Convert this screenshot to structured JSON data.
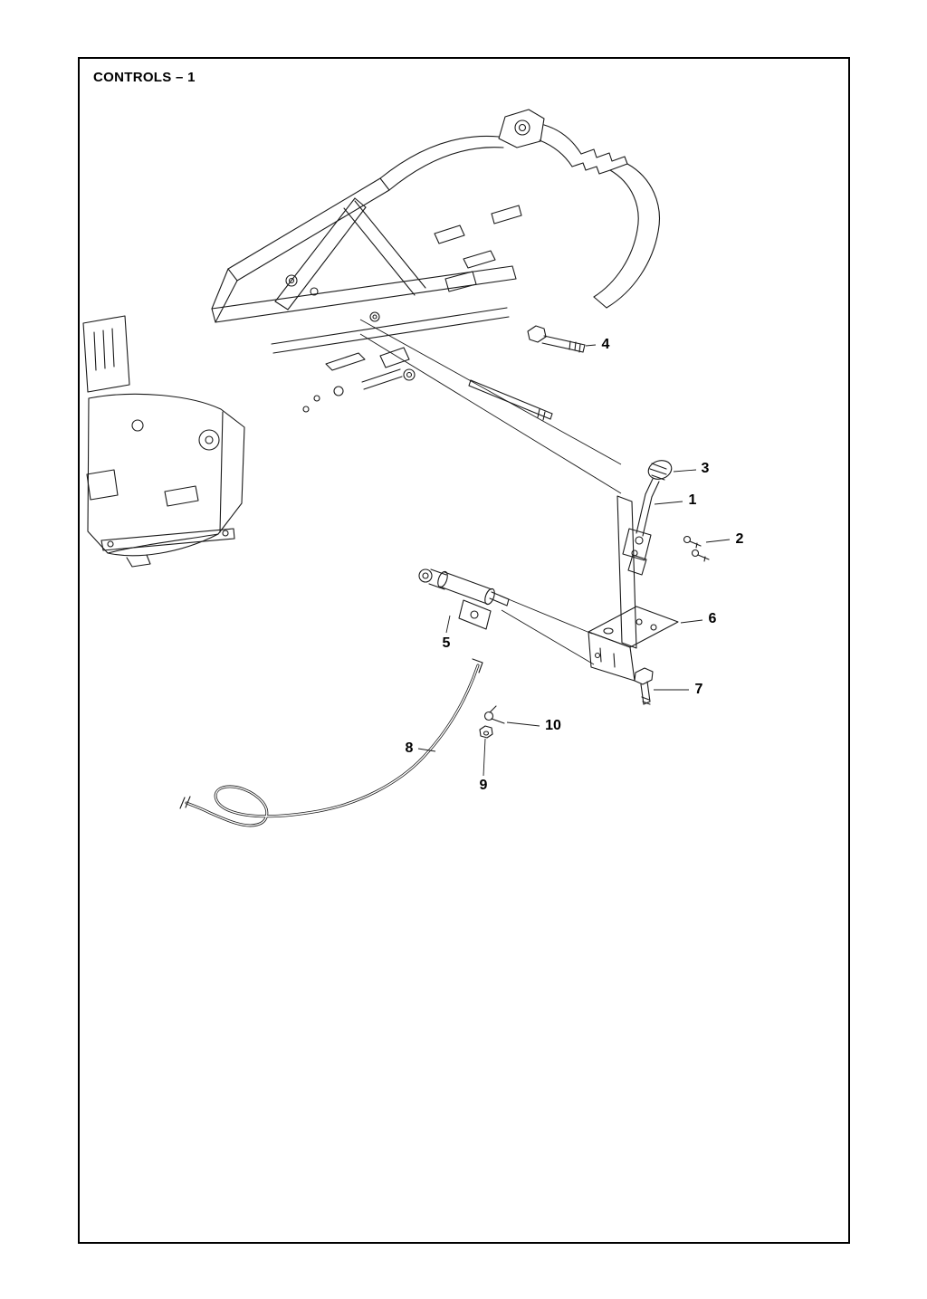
{
  "page": {
    "title": "CONTROLS – 1"
  },
  "colors": {
    "line": "#1a1a1a",
    "background": "#ffffff",
    "border": "#000000"
  },
  "diagram": {
    "type": "exploded-parts-diagram",
    "callouts": [
      {
        "label": "1"
      },
      {
        "label": "2"
      },
      {
        "label": "3"
      },
      {
        "label": "4"
      },
      {
        "label": "5"
      },
      {
        "label": "6"
      },
      {
        "label": "7"
      },
      {
        "label": "8"
      },
      {
        "label": "9"
      },
      {
        "label": "10"
      }
    ]
  }
}
